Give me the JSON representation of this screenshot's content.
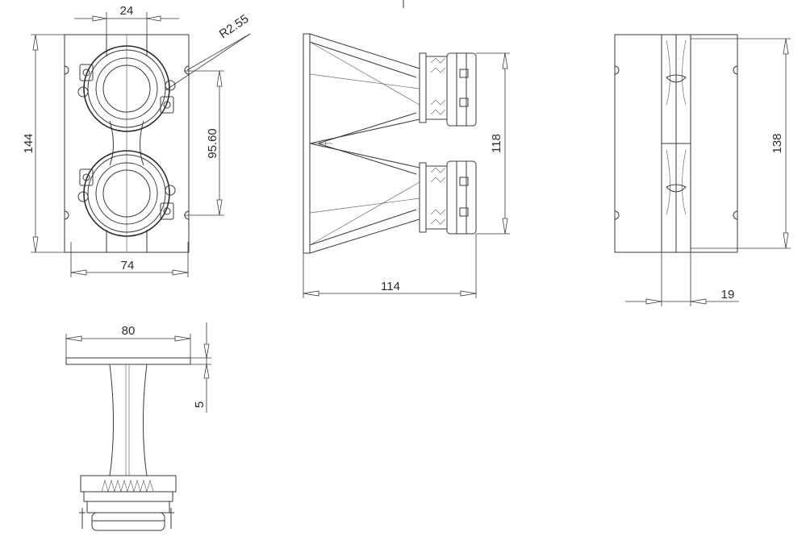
{
  "dimensions": {
    "front_top_width": "24",
    "front_radius": "R2.55",
    "front_height": "144",
    "front_spacing": "95.60",
    "front_bottom_width": "74",
    "side_depth": "114",
    "side_height": "118",
    "rear_height": "138",
    "rear_width": "19",
    "top_width": "80",
    "top_flange": "5"
  },
  "colors": {
    "line": "#3a3a3a",
    "background": "#ffffff"
  }
}
